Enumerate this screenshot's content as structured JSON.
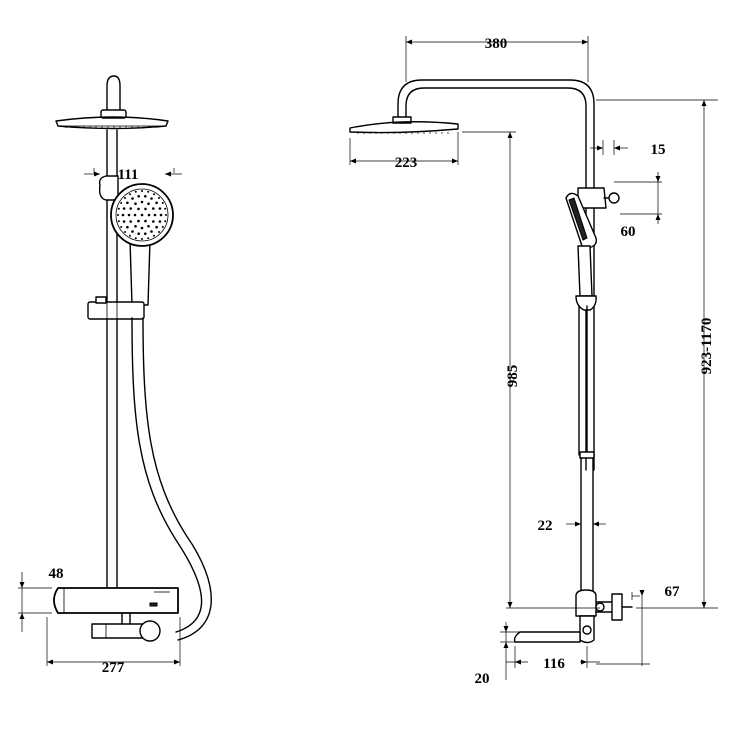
{
  "left_view": {
    "dim_head_to_hand_shower": "111",
    "dim_valve_height": "48",
    "dim_valve_width": "277"
  },
  "right_view": {
    "dim_arm_projection": "380",
    "dim_head_diameter": "223",
    "dim_bracket_offset": "15",
    "dim_holder_height": "60",
    "dim_rail_length": "985",
    "dim_height_range": "923-1170",
    "dim_rail_diameter": "22",
    "dim_inlet": "67",
    "dim_spout_height": "20",
    "dim_spout_length": "116"
  }
}
